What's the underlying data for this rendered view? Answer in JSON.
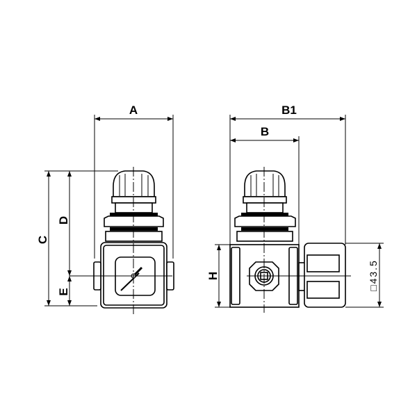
{
  "dimensions": {
    "A": "A",
    "B": "B",
    "B1": "B1",
    "C": "C",
    "D": "D",
    "E": "E",
    "H": "H",
    "square": "□43.5"
  },
  "colors": {
    "line": "#000000",
    "background": "#ffffff"
  }
}
